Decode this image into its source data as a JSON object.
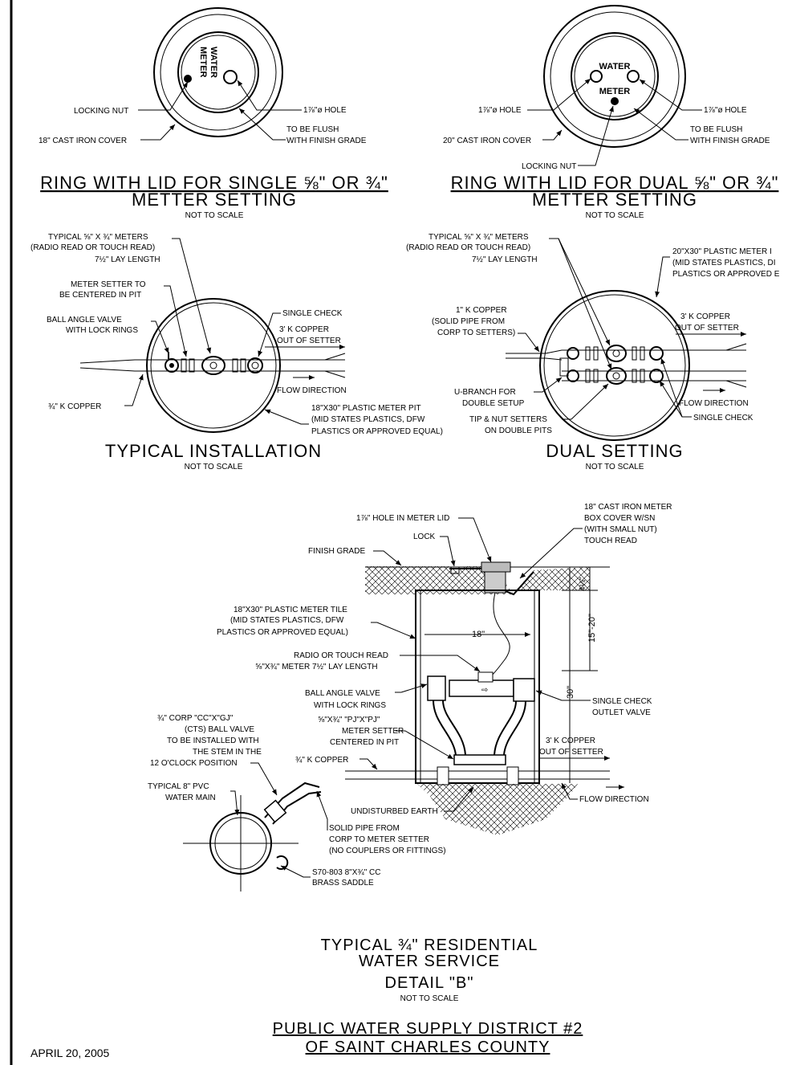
{
  "single_ring": {
    "lid_text_1": "WATER",
    "lid_text_2": "METER",
    "locking_nut": "LOCKING NUT",
    "hole": "1⅞\"ø HOLE",
    "cover": "18\" CAST IRON COVER",
    "flush_1": "TO BE FLUSH",
    "flush_2": "WITH FINISH GRADE",
    "title_1": "RING WITH LID FOR SINGLE ⅝\" OR ¾\"",
    "title_2": "METTER SETTING",
    "scale": "NOT TO SCALE"
  },
  "dual_ring": {
    "lid_text_1": "WATER",
    "lid_text_2": "METER",
    "hole_left": "1⅞\"ø HOLE",
    "hole_right": "1⅞\"ø HOLE",
    "cover": "20\" CAST IRON COVER",
    "flush_1": "TO BE FLUSH",
    "flush_2": "WITH FINISH GRADE",
    "locking_nut": "LOCKING NUT",
    "title_1": "RING WITH LID FOR DUAL ⅝\" OR ¾\"",
    "title_2": "METTER SETTING",
    "scale": "NOT TO SCALE"
  },
  "typical_install": {
    "meters_1": "TYPICAL ⅝\" X ¾\" METERS",
    "meters_2": "(RADIO READ OR TOUCH READ)",
    "meters_3": "7½\" LAY LENGTH",
    "setter_1": "METER SETTER TO",
    "setter_2": "BE CENTERED IN PIT",
    "valve_1": "BALL ANGLE VALVE",
    "valve_2": "WITH LOCK RINGS",
    "check": "SINGLE CHECK",
    "copper_out_1": "3' K COPPER",
    "copper_out_2": "OUT OF SETTER",
    "flow": "FLOW DIRECTION",
    "copper_in": "¾\" K COPPER",
    "pit_1": "18\"X30\" PLASTIC METER PIT",
    "pit_2": "(MID STATES PLASTICS, DFW",
    "pit_3": "PLASTICS OR APPROVED EQUAL)",
    "title": "TYPICAL INSTALLATION",
    "scale": "NOT TO SCALE"
  },
  "dual_setting": {
    "meters_1": "TYPICAL ⅝\" X ¾\" METERS",
    "meters_2": "(RADIO READ OR TOUCH READ)",
    "meters_3": "7½\" LAY LENGTH",
    "pit_1": "20\"X30\" PLASTIC METER I",
    "pit_2": "(MID STATES PLASTICS, DI",
    "pit_3": "PLASTICS OR APPROVED E",
    "copper_1": "1\" K COPPER",
    "copper_2": "(SOLID PIPE FROM",
    "copper_3": "CORP TO SETTERS)",
    "copper_out_1": "3' K COPPER",
    "copper_out_2": "OUT OF SETTER",
    "ubranch_1": "U-BRANCH  FOR",
    "ubranch_2": "DOUBLE SETUP",
    "tip_1": "TIP & NUT SETTERS",
    "tip_2": "ON DOUBLE PITS",
    "flow": "FLOW DIRECTION",
    "check": "SINGLE CHECK",
    "title": "DUAL SETTING",
    "scale": "NOT TO SCALE"
  },
  "section": {
    "hole": "1⅞\" HOLE IN METER LID",
    "lock": "LOCK",
    "grade": "FINISH GRADE",
    "cover_1": "18\" CAST IRON METER",
    "cover_2": "BOX COVER W/SN",
    "cover_3": "(WITH SMALL NUT)",
    "cover_4": "TOUCH READ",
    "dim_top": "4¼\"",
    "dim_mid": "15\"-20\"",
    "dim_full": "30\"",
    "dim_width": "18\"",
    "tile_1": "18\"X30\" PLASTIC METER TILE",
    "tile_2": "(MID STATES PLASTICS, DFW",
    "tile_3": "PLASTICS OR APPROVED EQUAL)",
    "radio_1": "RADIO OR TOUCH READ",
    "radio_2": "⅝\"X¾\" METER 7½\" LAY LENGTH",
    "valve_1": "BALL ANGLE VALVE",
    "valve_2": "WITH LOCK RINGS",
    "setter_1": "⅝\"X¾\" \"PJ\"X\"PJ\"",
    "setter_2": "METER SETTER",
    "setter_3": "CENTERED IN PIT",
    "check_1": "SINGLE CHECK",
    "check_2": "OUTLET VALVE",
    "corp_1": "¾\" CORP \"CC\"X\"GJ\"",
    "corp_2": "(CTS) BALL VALVE",
    "corp_3": "TO BE INSTALLED WITH",
    "corp_4": "THE STEM IN THE",
    "corp_5": "12 O'CLOCK POSITION",
    "copper": "¾\" K COPPER",
    "copper_out_1": "3' K COPPER",
    "copper_out_2": "OUT OF SETTER",
    "main_1": "TYPICAL 8\" PVC",
    "main_2": "WATER MAIN",
    "earth": "UNDISTURBED EARTH",
    "flow": "FLOW DIRECTION",
    "solid_1": "SOLID PIPE FROM",
    "solid_2": "CORP TO METER SETTER",
    "solid_3": "(NO COUPLERS OR FITTINGS)",
    "saddle_1": "S70-803 8\"X¾\" CC",
    "saddle_2": "BRASS SADDLE",
    "title_1": "TYPICAL ¾\" RESIDENTIAL",
    "title_2": "WATER SERVICE",
    "title_3": "DETAIL \"B\"",
    "scale": "NOT TO SCALE"
  },
  "footer": {
    "date": "APRIL 20, 2005",
    "org_1": "PUBLIC WATER SUPPLY DISTRICT #2",
    "org_2": "OF SAINT CHARLES COUNTY"
  }
}
